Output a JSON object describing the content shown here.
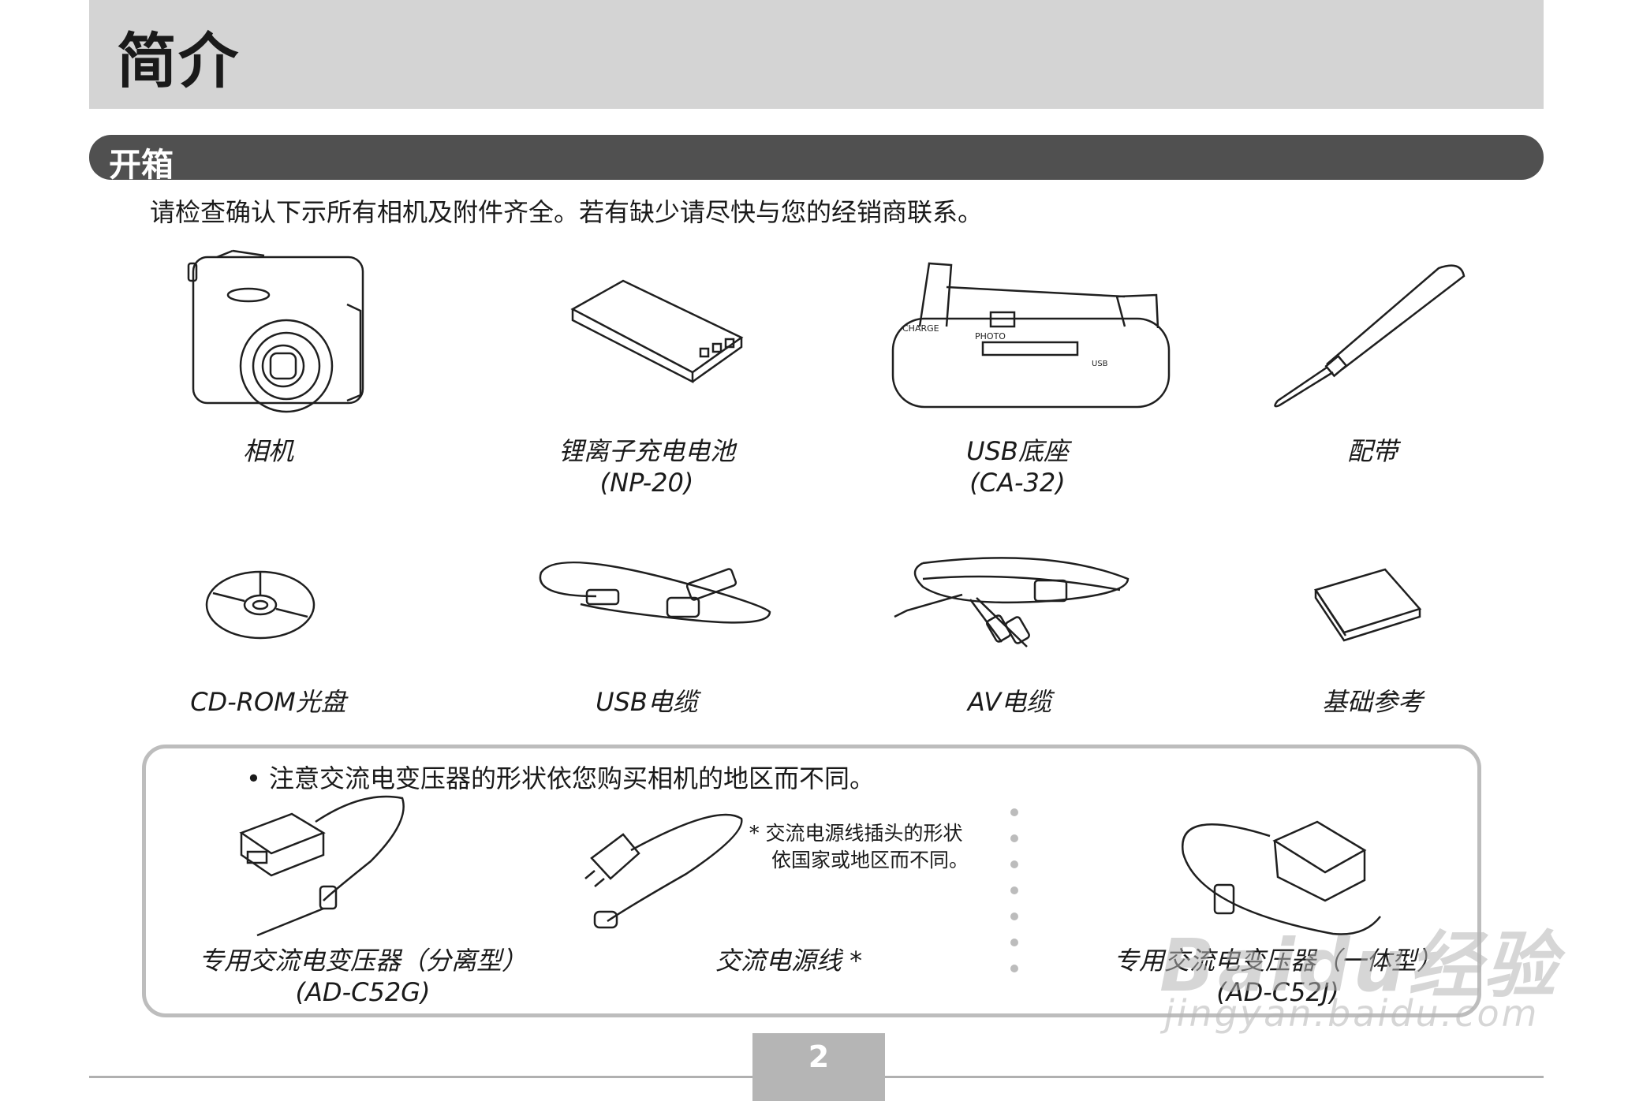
{
  "header": {
    "title": "简介"
  },
  "section": {
    "title": "开箱"
  },
  "intro": "请检查确认下示所有相机及附件齐全。若有缺少请尽快与您的经销商联系。",
  "items_row1": [
    {
      "name": "相机",
      "model": ""
    },
    {
      "name": "锂离子充电电池",
      "model": "(NP-20)"
    },
    {
      "name": "USB底座",
      "model": "(CA-32)"
    },
    {
      "name": "配带",
      "model": ""
    }
  ],
  "items_row2": [
    {
      "name": "CD-ROM光盘"
    },
    {
      "name": "USB电缆"
    },
    {
      "name": "AV电缆"
    },
    {
      "name": "基础参考"
    }
  ],
  "note": {
    "bullet": "• 注意交流电变压器的形状依您购买相机的地区而不同。",
    "aside_line1": "* 交流电源线插头的形状",
    "aside_line2": "依国家或地区而不同。",
    "adapter_split": {
      "name": "专用交流电变压器（分离型）",
      "model": "(AD-C52G)"
    },
    "power_cord": {
      "name": "交流电源线 *"
    },
    "adapter_integrated": {
      "name": "专用交流电变压器（一体型）",
      "model": "(AD-C52J)"
    }
  },
  "dock_labels": {
    "charge": "CHARGE",
    "photo": "PHOTO",
    "usb": "USB"
  },
  "page_number": "2",
  "watermark": {
    "brand": "Baidu经验",
    "url": "jingyan.baidu.com"
  }
}
